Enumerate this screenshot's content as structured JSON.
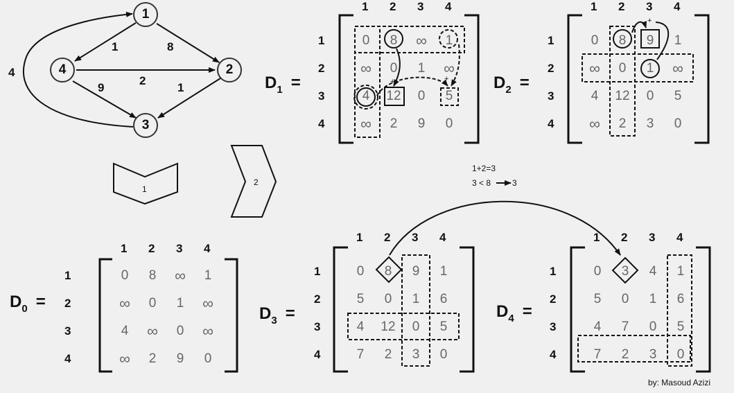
{
  "graph": {
    "nodes": [
      "1",
      "2",
      "3",
      "4"
    ],
    "edge_weights": {
      "1-4": "1",
      "1-2": "8",
      "4-2": "2",
      "4-3": "9",
      "2-3": "1",
      "3-1": "4"
    }
  },
  "steps": {
    "step1": "1",
    "step2": "2"
  },
  "note": {
    "line1": "1+2=3",
    "line2": "3 < 8",
    "result": "3"
  },
  "credit": "by: Masoud Azizi",
  "matrices": {
    "D0": {
      "name": "D",
      "sub": "0",
      "eq": "=",
      "cols": [
        "1",
        "2",
        "3",
        "4"
      ],
      "rows": [
        "1",
        "2",
        "3",
        "4"
      ],
      "values": [
        [
          "0",
          "8",
          "∞",
          "1"
        ],
        [
          "∞",
          "0",
          "1",
          "∞"
        ],
        [
          "4",
          "∞",
          "0",
          "∞"
        ],
        [
          "∞",
          "2",
          "9",
          "0"
        ]
      ]
    },
    "D1": {
      "name": "D",
      "sub": "1",
      "eq": "=",
      "cols": [
        "1",
        "2",
        "3",
        "4"
      ],
      "rows": [
        "1",
        "2",
        "3",
        "4"
      ],
      "values": [
        [
          "0",
          "8",
          "∞",
          "1"
        ],
        [
          "∞",
          "0",
          "1",
          "∞"
        ],
        [
          "4",
          "12",
          "0",
          "5"
        ],
        [
          "∞",
          "2",
          "9",
          "0"
        ]
      ]
    },
    "D2": {
      "name": "D",
      "sub": "2",
      "eq": "=",
      "cols": [
        "1",
        "2",
        "3",
        "4"
      ],
      "rows": [
        "1",
        "2",
        "3",
        "4"
      ],
      "values": [
        [
          "0",
          "8",
          "9",
          "1"
        ],
        [
          "∞",
          "0",
          "1",
          "∞"
        ],
        [
          "4",
          "12",
          "0",
          "5"
        ],
        [
          "∞",
          "2",
          "3",
          "0"
        ]
      ]
    },
    "D3": {
      "name": "D",
      "sub": "3",
      "eq": "=",
      "cols": [
        "1",
        "2",
        "3",
        "4"
      ],
      "rows": [
        "1",
        "2",
        "3",
        "4"
      ],
      "values": [
        [
          "0",
          "8",
          "9",
          "1"
        ],
        [
          "5",
          "0",
          "1",
          "6"
        ],
        [
          "4",
          "12",
          "0",
          "5"
        ],
        [
          "7",
          "2",
          "3",
          "0"
        ]
      ]
    },
    "D4": {
      "name": "D",
      "sub": "4",
      "eq": "=",
      "cols": [
        "1",
        "2",
        "3",
        "4"
      ],
      "rows": [
        "1",
        "2",
        "3",
        "4"
      ],
      "values": [
        [
          "0",
          "3",
          "4",
          "1"
        ],
        [
          "5",
          "0",
          "1",
          "6"
        ],
        [
          "4",
          "7",
          "0",
          "5"
        ],
        [
          "7",
          "2",
          "3",
          "0"
        ]
      ]
    }
  }
}
